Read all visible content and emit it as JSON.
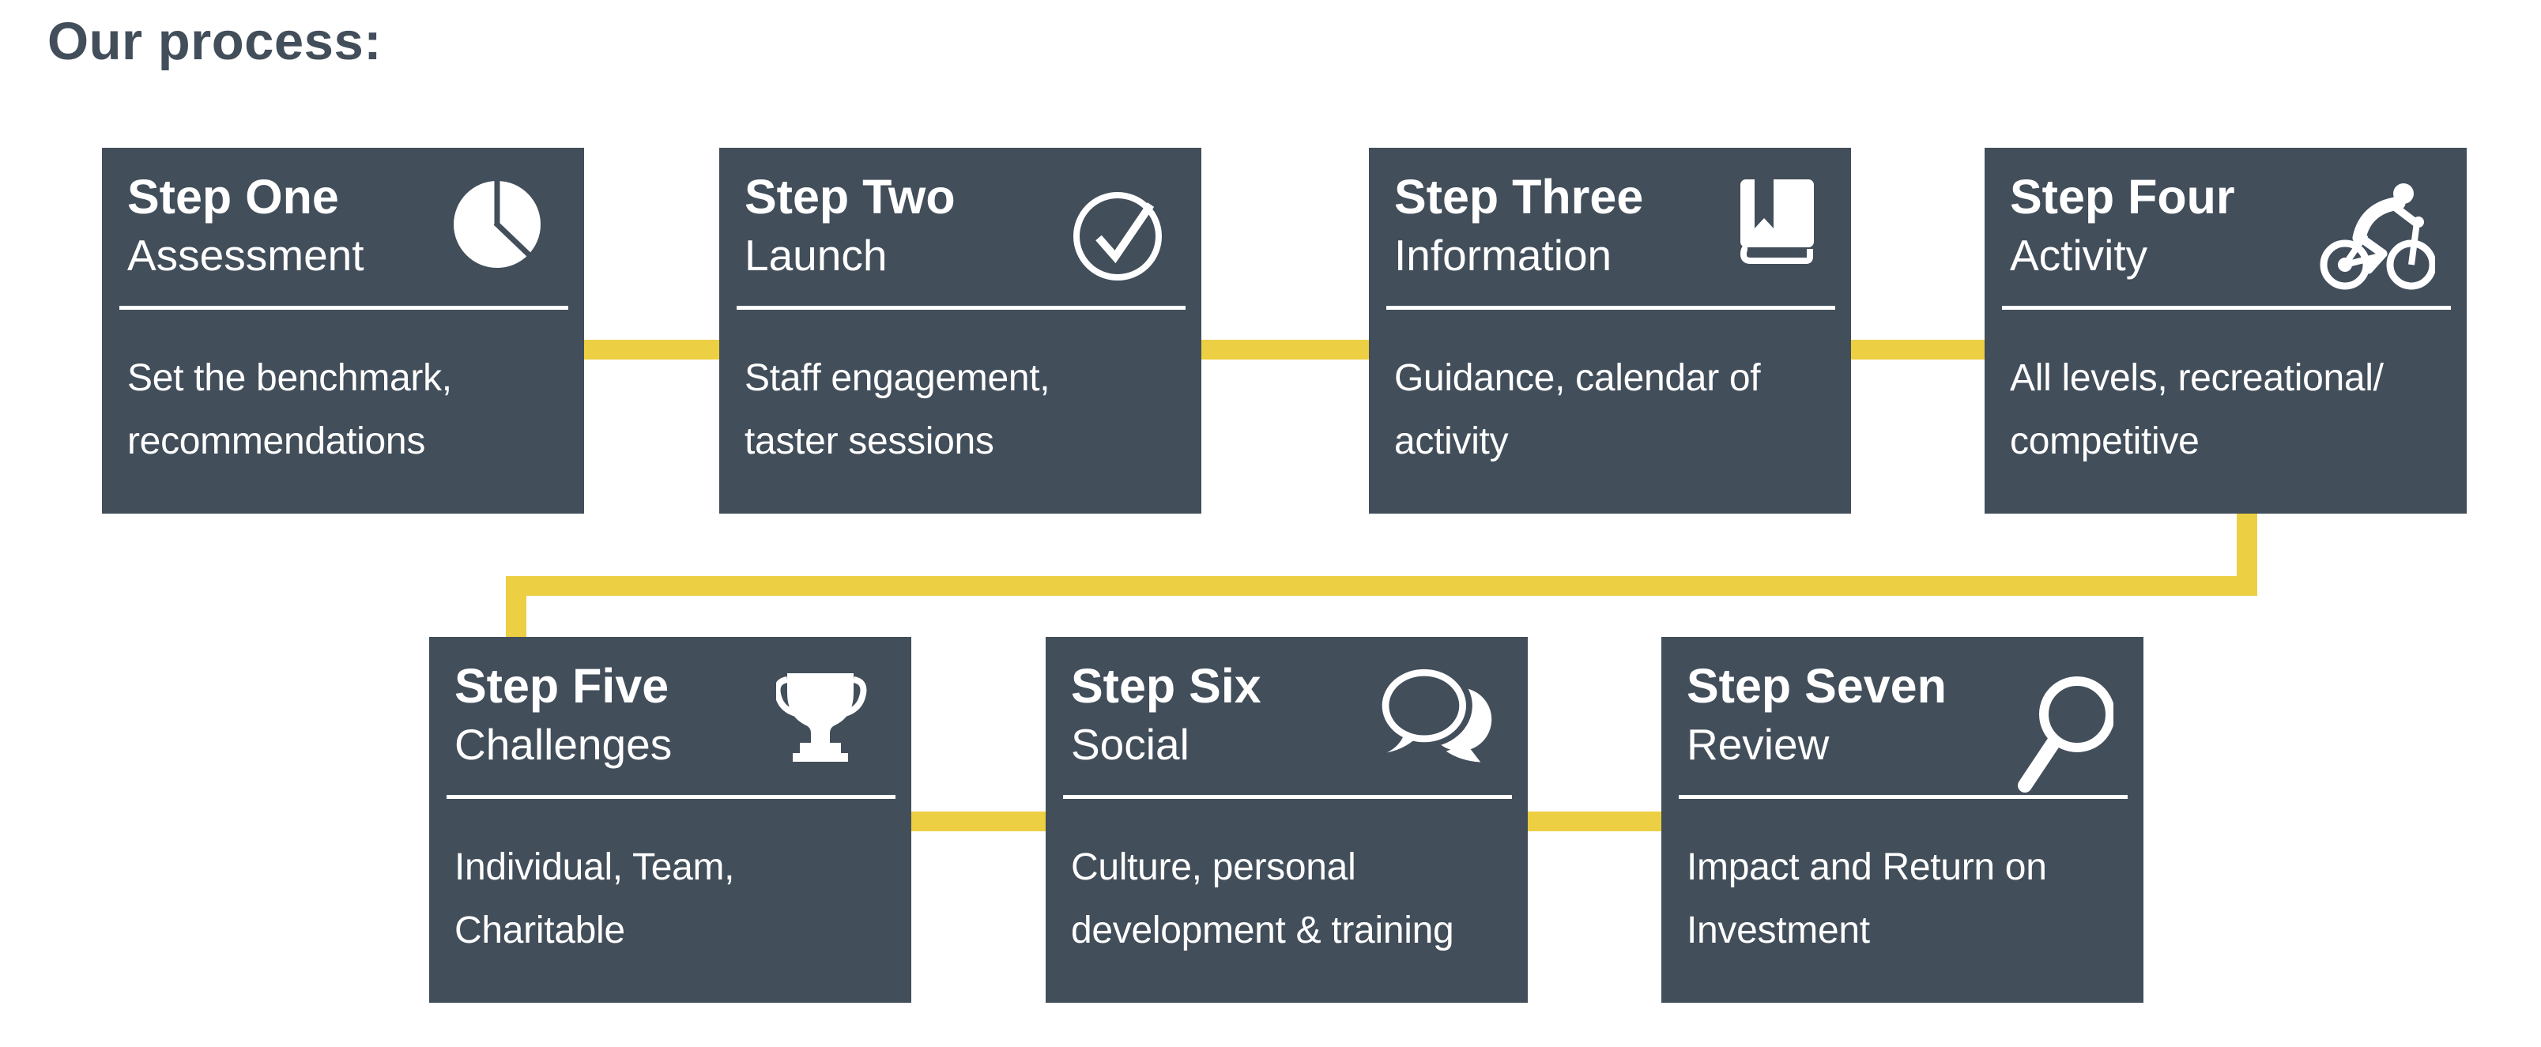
{
  "page": {
    "heading": "Our process:"
  },
  "colors": {
    "background": "#FFFFFF",
    "box": "#424E5A",
    "accent_line": "#ECCF43",
    "box_text": "#FFFFFF"
  },
  "steps": [
    {
      "title": "Step One",
      "subtitle": "Assessment",
      "icon": "pie-chart-icon",
      "desc_lines": [
        "Set the benchmark,",
        "recommendations"
      ]
    },
    {
      "title": "Step Two",
      "subtitle": "Launch",
      "icon": "check-circle-icon",
      "desc_lines": [
        "Staff engagement,",
        "taster sessions"
      ]
    },
    {
      "title": "Step Three",
      "subtitle": "Information",
      "icon": "book-bookmark-icon",
      "desc_lines": [
        "Guidance, calendar of",
        "activity"
      ]
    },
    {
      "title": "Step Four",
      "subtitle": "Activity",
      "icon": "cyclist-icon",
      "desc_lines": [
        "All levels, recreational/",
        "competitive"
      ]
    },
    {
      "title": "Step Five",
      "subtitle": "Challenges",
      "icon": "trophy-icon",
      "desc_lines": [
        "Individual, Team,",
        "Charitable"
      ]
    },
    {
      "title": "Step Six",
      "subtitle": "Social",
      "icon": "speech-bubbles-icon",
      "desc_lines": [
        "Culture, personal",
        "development & training"
      ]
    },
    {
      "title": "Step Seven",
      "subtitle": "Review",
      "icon": "magnifying-glass-icon",
      "desc_lines": [
        "Impact and Return on",
        "Investment"
      ]
    }
  ]
}
